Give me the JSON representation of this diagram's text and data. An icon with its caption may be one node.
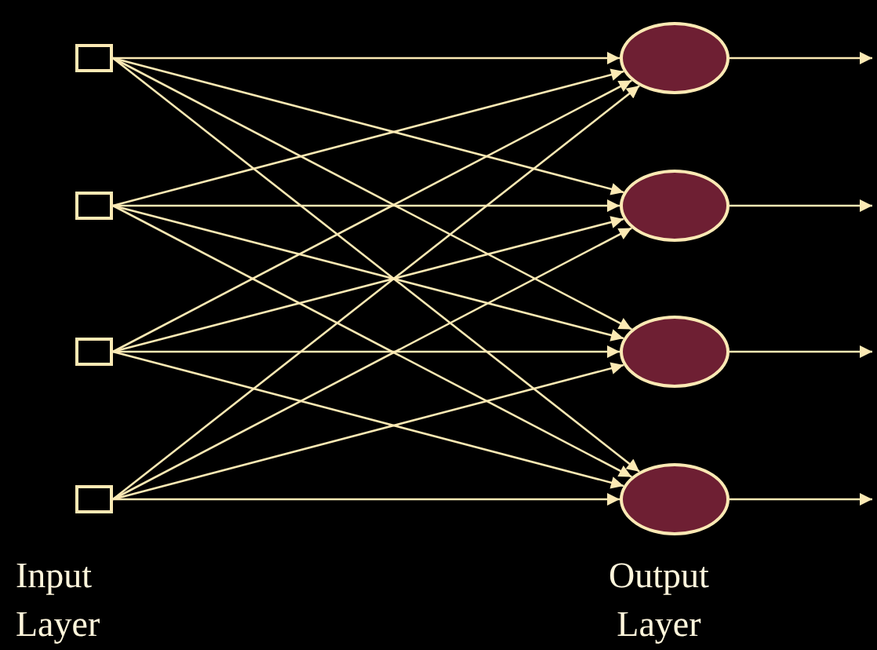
{
  "diagram": {
    "nodes": [
      {
        "text": [],
        "shape": "box"
      },
      {
        "text": [],
        "shape": "box"
      },
      {
        "text": [],
        "shape": "box"
      },
      {
        "text": [],
        "shape": "box"
      },
      {
        "text": [],
        "shape": "circle"
      },
      {
        "text": [],
        "shape": "circle"
      },
      {
        "text": [],
        "shape": "circle"
      },
      {
        "text": [],
        "shape": "circle"
      }
    ],
    "edges": [
      {
        "from": 0,
        "to": 4,
        "arrow": "to"
      },
      {
        "from": 0,
        "to": 5,
        "arrow": "to"
      },
      {
        "from": 0,
        "to": 6,
        "arrow": "to"
      },
      {
        "from": 0,
        "to": 7,
        "arrow": "to"
      },
      {
        "from": 1,
        "to": 4,
        "arrow": "to"
      },
      {
        "from": 1,
        "to": 5,
        "arrow": "to"
      },
      {
        "from": 1,
        "to": 6,
        "arrow": "to"
      },
      {
        "from": 1,
        "to": 7,
        "arrow": "to"
      },
      {
        "from": 2,
        "to": 4,
        "arrow": "to"
      },
      {
        "from": 2,
        "to": 5,
        "arrow": "to"
      },
      {
        "from": 2,
        "to": 6,
        "arrow": "to"
      },
      {
        "from": 2,
        "to": 7,
        "arrow": "to"
      },
      {
        "from": 3,
        "to": 4,
        "arrow": "to"
      },
      {
        "from": 3,
        "to": 5,
        "arrow": "to"
      },
      {
        "from": 3,
        "to": 6,
        "arrow": "to"
      },
      {
        "from": 3,
        "to": 7,
        "arrow": "to"
      },
      {
        "from": 4,
        "to": null,
        "arrow": "to"
      },
      {
        "from": 5,
        "to": null,
        "arrow": "to"
      },
      {
        "from": 6,
        "to": null,
        "arrow": "to"
      },
      {
        "from": 7,
        "to": null,
        "arrow": "to"
      }
    ],
    "labels": [
      "Input Layer",
      "Output Layer"
    ]
  }
}
